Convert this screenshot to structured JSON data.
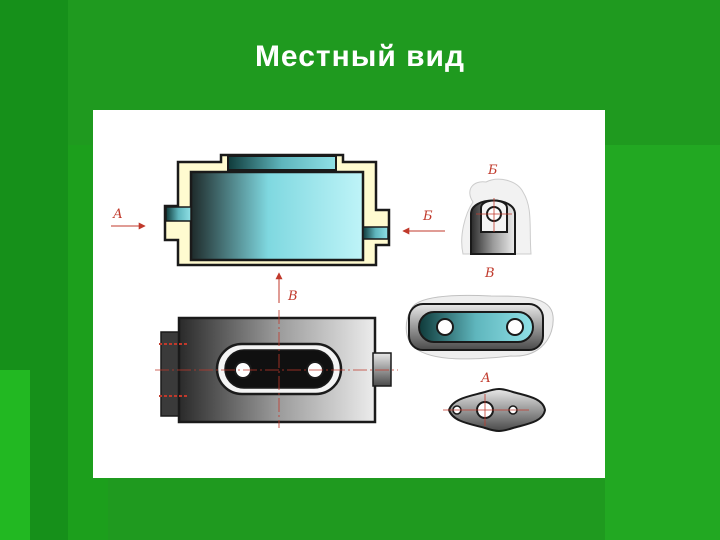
{
  "slide": {
    "title": "Местный вид"
  },
  "diagram": {
    "labels": {
      "arrow_a": "А",
      "arrow_b_cyr": "Б",
      "arrow_v": "В",
      "view_b_title": "Б",
      "view_v_title": "В",
      "view_a_title": "А"
    }
  },
  "colors": {
    "background": "#1f9a1f",
    "panel": "#ffffff",
    "annotation": "#c0392b",
    "body_fill": "#7fd8e0",
    "outline_fill": "#fffbd0"
  }
}
